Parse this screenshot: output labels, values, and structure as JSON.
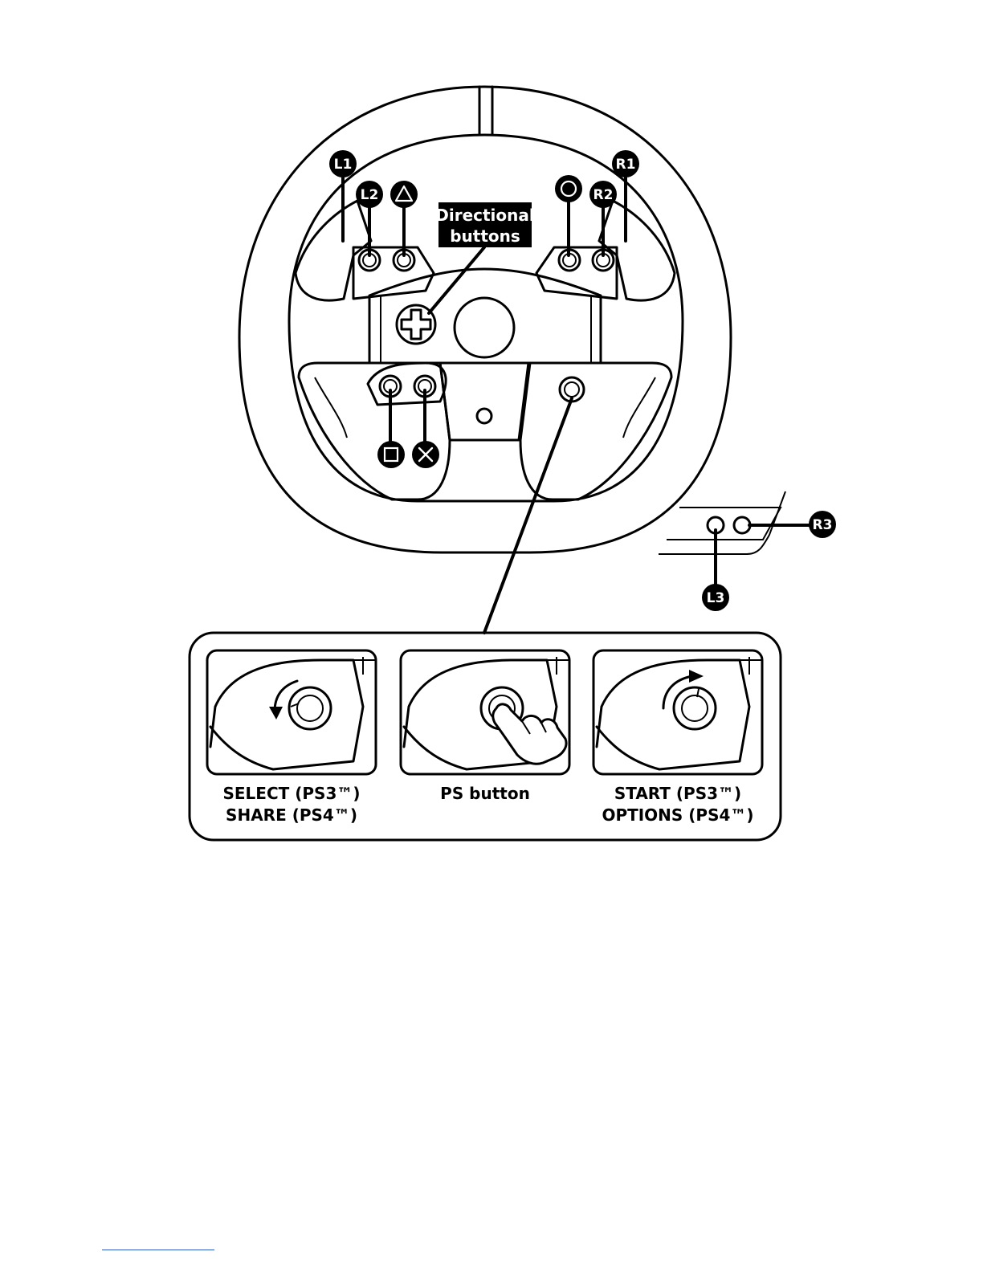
{
  "callout": {
    "line1": "Directional",
    "line2": "buttons"
  },
  "badges": {
    "l1": "L1",
    "l2": "L2",
    "r1": "R1",
    "r2": "R2",
    "l3": "L3",
    "r3": "R3"
  },
  "symbols": [
    "triangle-icon",
    "circle-icon",
    "square-icon",
    "cross-icon",
    "dpad-icon",
    "hand-pointer-icon",
    "rotate-ccw-arrow-icon",
    "rotate-cw-arrow-icon"
  ],
  "panels": [
    {
      "line1": "SELECT (PS3™)",
      "line2": "SHARE (PS4™)"
    },
    {
      "line1": "PS button",
      "line2": ""
    },
    {
      "line1": "START (PS3™)",
      "line2": "OPTIONS (PS4™)"
    }
  ],
  "colors": {
    "ink": "#000000",
    "footer_rule": "#2b57c8"
  }
}
